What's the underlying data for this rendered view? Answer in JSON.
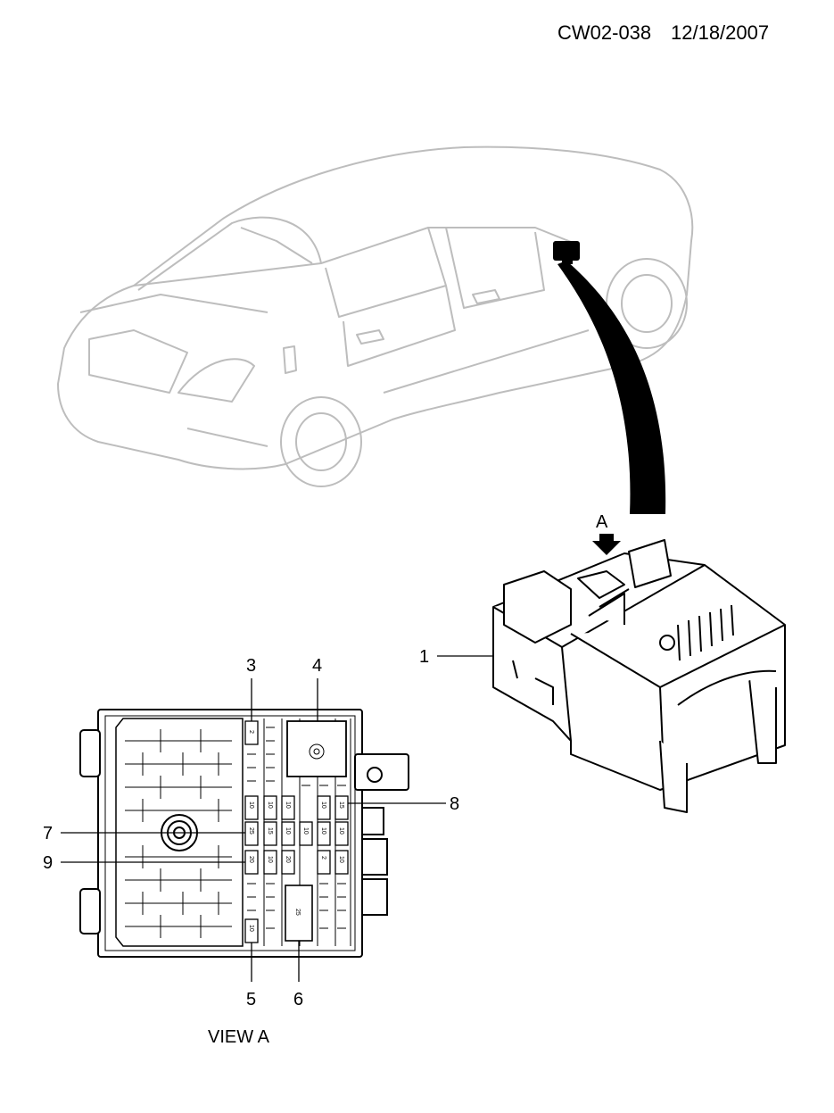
{
  "header": {
    "code": "CW02-038",
    "date": "12/18/2007"
  },
  "view_arrow": {
    "label": "A"
  },
  "view_caption": "VIEW A",
  "callouts": [
    "1",
    "3",
    "4",
    "5",
    "6",
    "7",
    "8",
    "9"
  ],
  "fuse_labels": {
    "row1": [
      "2"
    ],
    "row2": [
      "10",
      "10",
      "10",
      "10",
      "15"
    ],
    "row3": [
      "25",
      "15",
      "10",
      "10",
      "10",
      "10"
    ],
    "row4": [
      "20",
      "10",
      "20",
      "2",
      "10"
    ],
    "large": "25",
    "bottom": "10"
  },
  "colors": {
    "ink": "#000000",
    "car_outline": "#bdbdbd",
    "panel_fill": "#ffffff"
  }
}
